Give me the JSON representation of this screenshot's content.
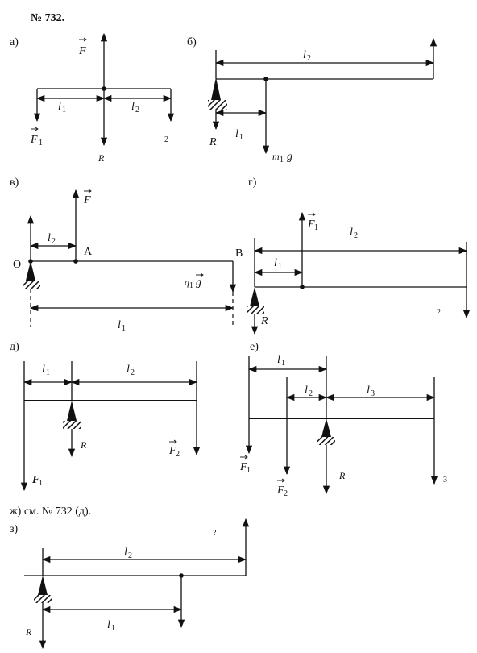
{
  "title": "№ 732.",
  "note": "ж) см. № 732 (д).",
  "parts": {
    "a": {
      "label": "а)",
      "F": "F",
      "F1": "F",
      "F1_sub": "1",
      "R": "R",
      "l1": "l",
      "l1_sub": "1",
      "l2": "l",
      "l2_sub": "2",
      "F2_partial": "2"
    },
    "b": {
      "label": "б)",
      "l2": "l",
      "l2_sub": "2",
      "l1": "l",
      "l1_sub": "1",
      "R": "R",
      "m1g": "m",
      "m1g_sub": "1",
      "m1g_g": "g"
    },
    "v": {
      "label": "в)",
      "F": "F",
      "l2": "l",
      "l2_sub": "2",
      "l1": "l",
      "l1_sub": "1",
      "O": "O",
      "A": "A",
      "m1g": "q",
      "m1g_sub": "1",
      "m1g_g": "g"
    },
    "g": {
      "label": "г)",
      "B": "B",
      "F1": "F",
      "F1_sub": "1",
      "l2": "l",
      "l2_sub": "2",
      "l1": "l",
      "l1_sub": "1",
      "R": "R",
      "F2_partial": "2"
    },
    "d": {
      "label": "д)",
      "l1": "l",
      "l1_sub": "1",
      "l2": "l",
      "l2_sub": "2",
      "R": "R",
      "F2": "F",
      "F2_sub": "2",
      "F1": "F",
      "F1_sub": "1"
    },
    "e": {
      "label": "е)",
      "l1": "l",
      "l1_sub": "1",
      "l2": "l",
      "l2_sub": "2",
      "l3": "l",
      "l3_sub": "3",
      "F1": "F",
      "F1_sub": "1",
      "F2": "F",
      "F2_sub": "2",
      "R": "R",
      "F3_partial": "3"
    },
    "z": {
      "label": "з)",
      "l2": "l",
      "l2_sub": "2",
      "l1": "l",
      "l1_sub": "1",
      "R": "R",
      "top_partial": "?"
    }
  }
}
